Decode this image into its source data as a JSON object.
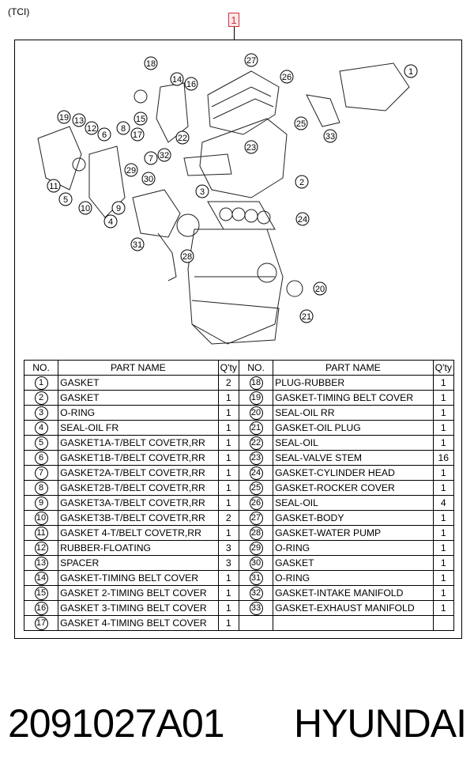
{
  "header": {
    "model": "(TCI)",
    "kit_ref": "1"
  },
  "diagram_callouts": [
    "1",
    "2",
    "3",
    "4",
    "5",
    "6",
    "7",
    "8",
    "9",
    "10",
    "11",
    "12",
    "13",
    "14",
    "15",
    "16",
    "17",
    "18",
    "19",
    "20",
    "21",
    "22",
    "23",
    "24",
    "25",
    "26",
    "27",
    "28",
    "29",
    "30",
    "31",
    "32",
    "33"
  ],
  "table": {
    "headers": {
      "no": "NO.",
      "part": "PART NAME",
      "qty": "Q'ty"
    },
    "left": [
      {
        "no": "1",
        "name": "GASKET",
        "qty": "2"
      },
      {
        "no": "2",
        "name": "GASKET",
        "qty": "1"
      },
      {
        "no": "3",
        "name": "O-RING",
        "qty": "1"
      },
      {
        "no": "4",
        "name": "SEAL-OIL FR",
        "qty": "1"
      },
      {
        "no": "5",
        "name": "GASKET1A-T/BELT COVETR,RR",
        "qty": "1"
      },
      {
        "no": "6",
        "name": "GASKET1B-T/BELT COVETR,RR",
        "qty": "1"
      },
      {
        "no": "7",
        "name": "GASKET2A-T/BELT COVETR,RR",
        "qty": "1"
      },
      {
        "no": "8",
        "name": "GASKET2B-T/BELT COVETR,RR",
        "qty": "1"
      },
      {
        "no": "9",
        "name": "GASKET3A-T/BELT COVETR,RR",
        "qty": "1"
      },
      {
        "no": "10",
        "name": "GASKET3B-T/BELT COVETR,RR",
        "qty": "2"
      },
      {
        "no": "11",
        "name": "GASKET 4-T/BELT COVETR,RR",
        "qty": "1"
      },
      {
        "no": "12",
        "name": "RUBBER-FLOATING",
        "qty": "3"
      },
      {
        "no": "13",
        "name": "SPACER",
        "qty": "3"
      },
      {
        "no": "14",
        "name": "GASKET-TIMING BELT COVER",
        "qty": "1"
      },
      {
        "no": "15",
        "name": "GASKET 2-TIMING BELT COVER",
        "qty": "1"
      },
      {
        "no": "16",
        "name": "GASKET 3-TIMING BELT COVER",
        "qty": "1"
      },
      {
        "no": "17",
        "name": "GASKET 4-TIMING BELT COVER",
        "qty": "1"
      }
    ],
    "right": [
      {
        "no": "18",
        "name": "PLUG-RUBBER",
        "qty": "1"
      },
      {
        "no": "19",
        "name": "GASKET-TIMING BELT COVER",
        "qty": "1"
      },
      {
        "no": "20",
        "name": "SEAL-OIL RR",
        "qty": "1"
      },
      {
        "no": "21",
        "name": "GASKET-OIL PLUG",
        "qty": "1"
      },
      {
        "no": "22",
        "name": "SEAL-OIL",
        "qty": "1"
      },
      {
        "no": "23",
        "name": "SEAL-VALVE STEM",
        "qty": "16"
      },
      {
        "no": "24",
        "name": "GASKET-CYLINDER HEAD",
        "qty": "1"
      },
      {
        "no": "25",
        "name": "GASKET-ROCKER COVER",
        "qty": "1"
      },
      {
        "no": "26",
        "name": "SEAL-OIL",
        "qty": "4"
      },
      {
        "no": "27",
        "name": "GASKET-BODY",
        "qty": "1"
      },
      {
        "no": "28",
        "name": "GASKET-WATER PUMP",
        "qty": "1"
      },
      {
        "no": "29",
        "name": "O-RING",
        "qty": "1"
      },
      {
        "no": "30",
        "name": "GASKET",
        "qty": "1"
      },
      {
        "no": "31",
        "name": "O-RING",
        "qty": "1"
      },
      {
        "no": "32",
        "name": "GASKET-INTAKE MANIFOLD",
        "qty": "1"
      },
      {
        "no": "33",
        "name": "GASKET-EXHAUST MANIFOLD",
        "qty": "1"
      },
      {
        "no": "",
        "name": "",
        "qty": ""
      }
    ]
  },
  "footer": {
    "part_number": "2091027A01",
    "brand": "HYUNDAI"
  }
}
